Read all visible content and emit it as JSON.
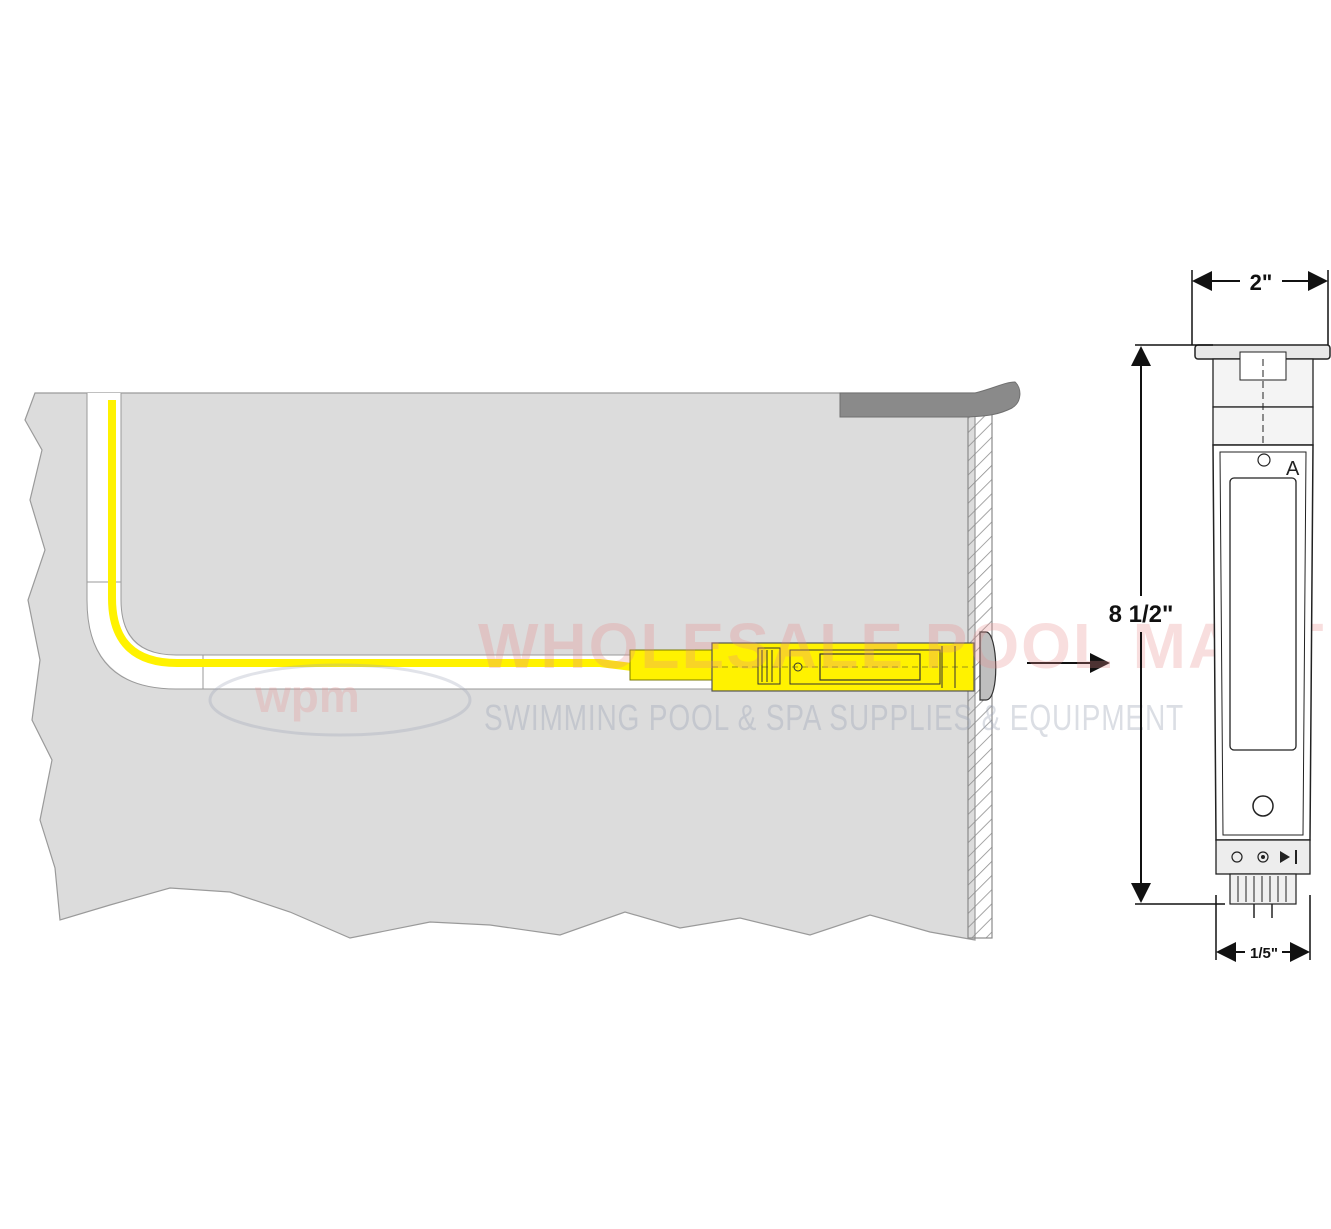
{
  "colors": {
    "ground": "#dcdcdc",
    "conduit": "#ffffff",
    "wire": "#fff200",
    "coping": "#8a8a8a",
    "wall_hatch": "#9a9a9a",
    "watermark_red": "#e88a8a",
    "watermark_gray": "#9aa3b5"
  },
  "dimensions": {
    "width_top": "2\"",
    "height": "8 1/2\"",
    "width_bottom": "1/5\""
  },
  "product_markings": {
    "letter": "A"
  },
  "watermark": {
    "logo": "wpm",
    "line1": "WHOLESALE POOL MART",
    "line2": "SWIMMING POOL & SPA SUPPLIES & EQUIPMENT"
  },
  "icons": {
    "pointer": "arrow-right-icon"
  }
}
